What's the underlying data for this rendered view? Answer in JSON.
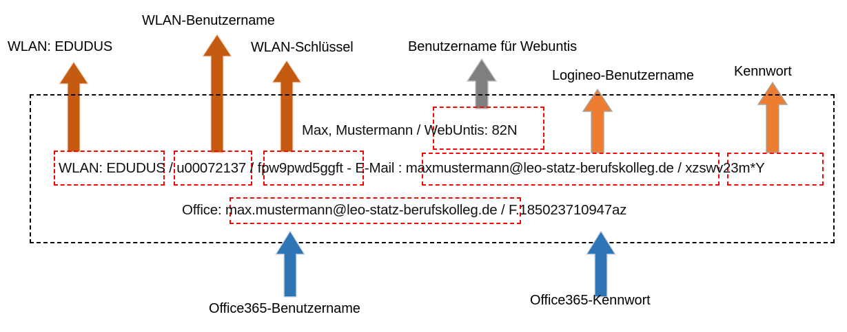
{
  "diagram": {
    "title_absent": true,
    "outer_container": {
      "name": "record-container",
      "style": "black-dashed-rectangle"
    },
    "colors": {
      "dark_orange_arrow": "#C55A11",
      "light_orange_arrow": "#ED7D31",
      "gray_arrow": "#7F7F7F",
      "blue_arrow": "#2E75B6",
      "highlight_box": "#FF0000",
      "container_box": "#000000",
      "text": "#000000"
    },
    "callouts": [
      {
        "id": "wlan-ssid",
        "label": "WLAN: EDUDUS",
        "arrow_color": "#C55A11",
        "direction": "up",
        "position": "top-left"
      },
      {
        "id": "wlan-username",
        "label": "WLAN-Benutzername",
        "arrow_color": "#C55A11",
        "direction": "up",
        "position": "top"
      },
      {
        "id": "wlan-key",
        "label": "WLAN-Schlüssel",
        "arrow_color": "#C55A11",
        "direction": "up",
        "position": "top"
      },
      {
        "id": "webuntis-username",
        "label": "Benutzername für Webuntis",
        "arrow_color": "#7F7F7F",
        "direction": "up",
        "position": "top-center"
      },
      {
        "id": "logineo-username",
        "label": "Logineo-Benutzername",
        "arrow_color": "#ED7D31",
        "direction": "up",
        "position": "top-right"
      },
      {
        "id": "kennwort",
        "label": "Kennwort",
        "arrow_color": "#ED7D31",
        "direction": "up",
        "position": "top-right"
      },
      {
        "id": "office365-username",
        "label": "Office365-Benutzername",
        "arrow_color": "#2E75B6",
        "direction": "up",
        "position": "bottom-left"
      },
      {
        "id": "office365-password",
        "label": "Office365-Kennwort",
        "arrow_color": "#2E75B6",
        "direction": "up",
        "position": "bottom-right"
      }
    ],
    "record": {
      "line_upper": {
        "name_part": "Max, Mustermann",
        "separator": "/",
        "webuntis": "WebUntis: 82N"
      },
      "line_main": {
        "wlan_ssid": "WLAN: EDUDUS",
        "sep1": "/",
        "wlan_user": "u00072137",
        "sep2": "/",
        "wlan_key": "fpw9pwd5ggft",
        "email_label": "- E-Mail :",
        "email": "maxmustermann@leo-statz-berufskolleg.de",
        "sep3": "/",
        "password": "xzswv23m*Y"
      },
      "line_office": {
        "office_label": "Office:",
        "office_email": "max.mustermann@leo-statz-berufskolleg.de",
        "sep": "/",
        "office_password": "F.185023710947az"
      }
    }
  }
}
